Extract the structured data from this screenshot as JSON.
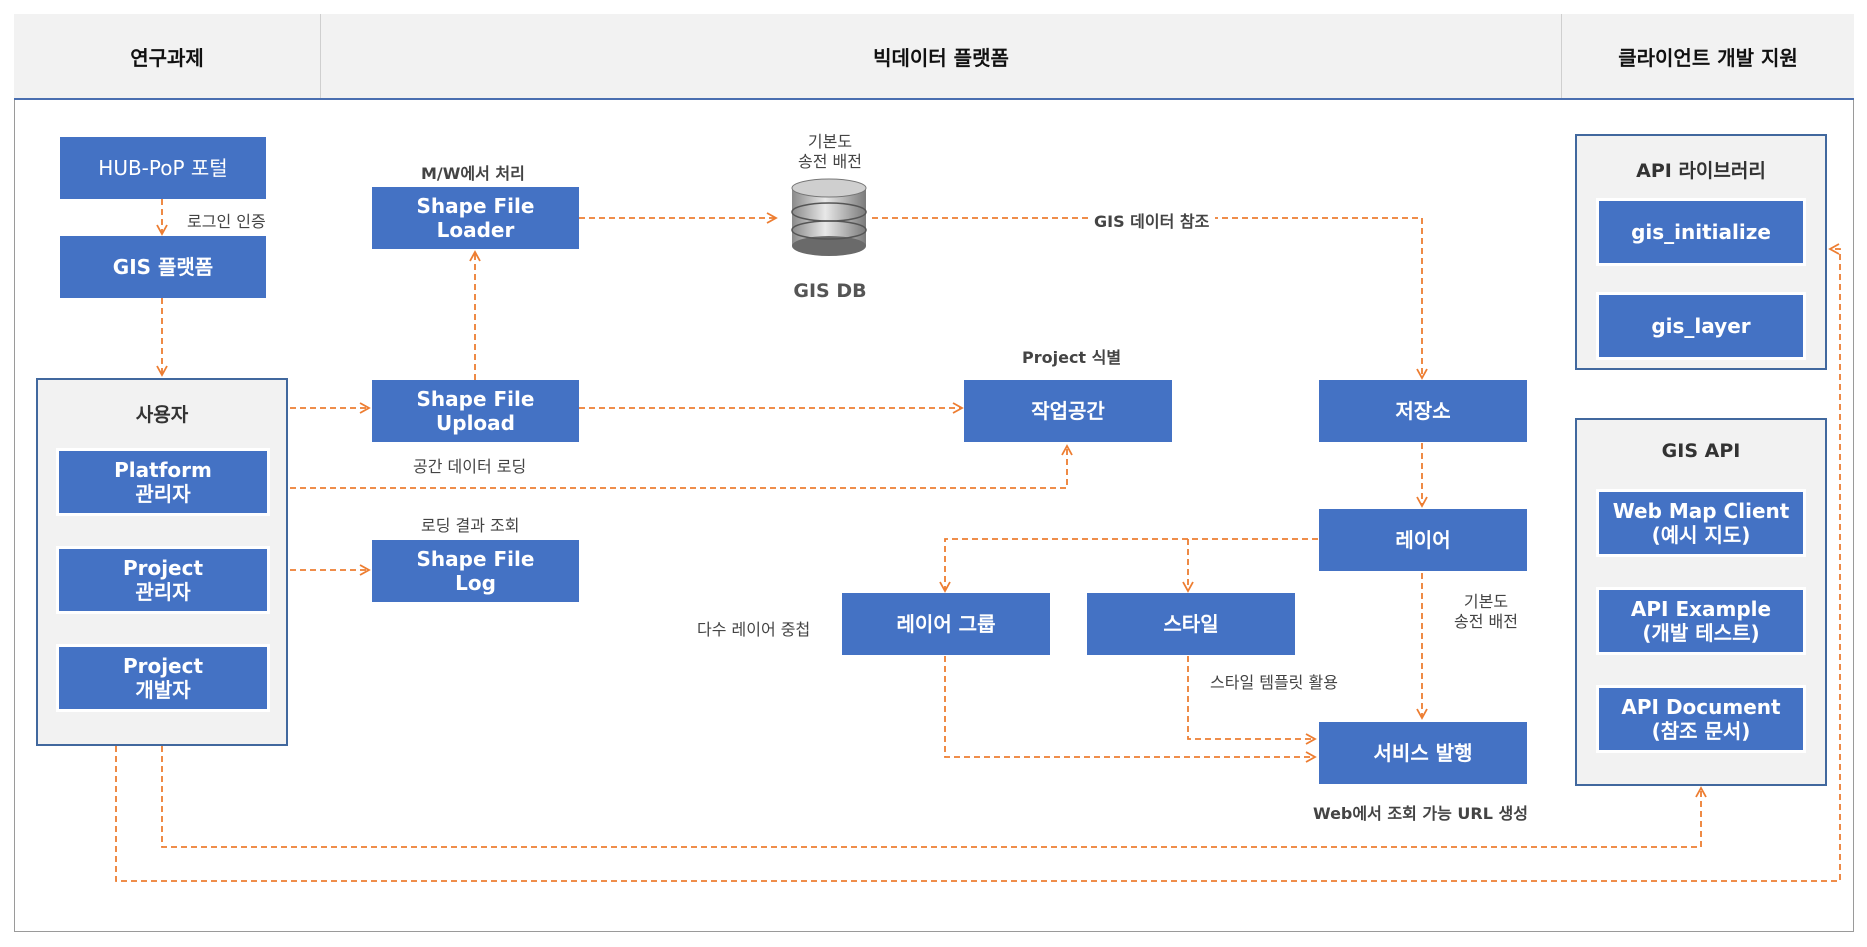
{
  "header": {
    "col1": "연구과제",
    "col2": "빅데이터 플랫폼",
    "col3": "클라이언트 개발 지원"
  },
  "left": {
    "portal": "HUB-PoP 포털",
    "login_label": "로그인 인증",
    "gis_platform": "GIS 플랫폼",
    "users_title": "사용자",
    "platform_admin": [
      "Platform",
      "관리자"
    ],
    "project_admin": [
      "Project",
      "관리자"
    ],
    "project_dev": [
      "Project",
      "개발자"
    ]
  },
  "middle": {
    "mw_label": "M/W에서 처리",
    "loader": [
      "Shape File",
      "Loader"
    ],
    "upload": [
      "Shape File",
      "Upload"
    ],
    "upload_label": "공간 데이터 로딩",
    "log_label": "로딩 결과 조회",
    "log": [
      "Shape File",
      "Log"
    ],
    "db_top_label": [
      "기본도",
      "송전 배전"
    ],
    "db_label": "GIS DB",
    "gis_ref_label": "GIS 데이터 참조",
    "project_label": "Project 식별",
    "workspace": "작업공간",
    "repository": "저장소",
    "layer": "레이어",
    "layer_group": "레이어 그룹",
    "layer_group_label": "다수 레이어 중첩",
    "style": "스타일",
    "style_label": "스타일 템플릿 활용",
    "layer_right_label": [
      "기본도",
      "송전 배전"
    ],
    "service": "서비스 발행",
    "service_label": "Web에서 조회 가능 URL 생성"
  },
  "right": {
    "lib_title": "API 라이브러리",
    "gis_initialize": "gis_initialize",
    "gis_layer": "gis_layer",
    "api_title": "GIS API",
    "web_map": [
      "Web Map Client",
      "(예시 지도)"
    ],
    "api_example": [
      "API Example",
      "(개발 테스트)"
    ],
    "api_document": [
      "API Document",
      "(참조 문서)"
    ]
  },
  "colors": {
    "box": "#4472c4",
    "arrow": "#ed7d31",
    "panel_border": "#41689e",
    "panel_bg": "#f2f2f2"
  }
}
